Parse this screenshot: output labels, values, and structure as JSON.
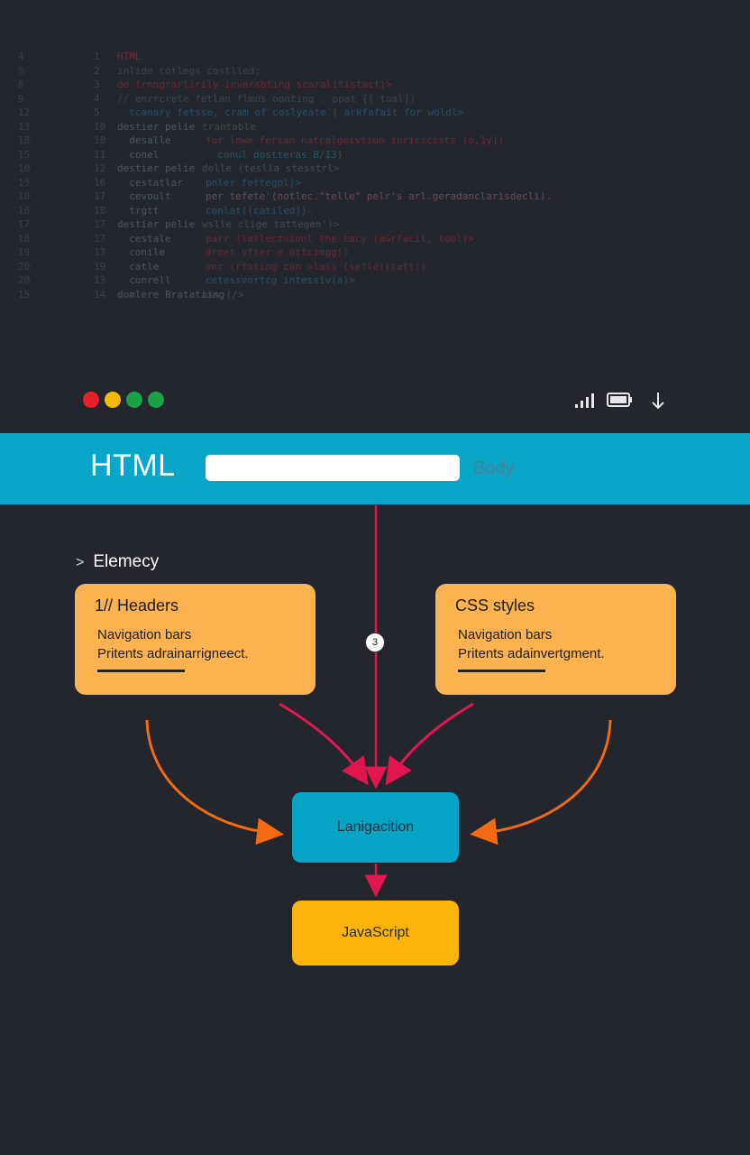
{
  "code_background": {
    "lines": [
      {
        "num": "4",
        "num2": "1",
        "kw": "",
        "text": "HTML",
        "color": "#7a2a30"
      },
      {
        "num": "5",
        "num2": "2",
        "kw": "",
        "text": "inlide cotlegs costlied;",
        "color": "#3e444c"
      },
      {
        "num": "8",
        "num2": "3",
        "kw": "",
        "text": "de trnngrarlirily inversbting scaralitistact)>",
        "color": "#6a2a33"
      },
      {
        "num": "9",
        "num2": "4",
        "kw": "",
        "text": "// enrrcrete fetlan flmns oonting . ppat {[ toal])",
        "color": "#3e444c"
      },
      {
        "num": "12",
        "num2": "5",
        "kw": "",
        "text": "  tcanary fetsse, cram of coslyeate ( arkfafait for woldl>",
        "color": "#27506a"
      },
      {
        "num": "13",
        "num2": "10",
        "kw": "destier pelie",
        "text": "trantable",
        "color": "#3e4a40"
      },
      {
        "num": "18",
        "num2": "10",
        "kw": "  desalle",
        "text": "for lowe ferian natcalgeivtion inricicists (o,1y])",
        "color": "#6a2a33"
      },
      {
        "num": "15",
        "num2": "11",
        "kw": "  conel",
        "text": "  conul dostteras B/13)",
        "color": "#2a5560"
      },
      {
        "num": "10",
        "num2": "12",
        "kw": "destier pelie",
        "text": "dolle (teslla stesstrl>",
        "color": "#444a52"
      },
      {
        "num": "15",
        "num2": "16",
        "kw": "  cestatlar",
        "text": "pnler fettegpl)>",
        "color": "#27506a"
      },
      {
        "num": "10",
        "num2": "17",
        "kw": "  cevoult",
        "text": "per tefete'(notlec.\"telle\" pelr's arl.geradanclarisdecli).",
        "color": "#6a4a55"
      },
      {
        "num": "16",
        "num2": "18",
        "kw": "  trgtt",
        "text": "conlat((catiled])-",
        "color": "#27506a"
      },
      {
        "num": "17",
        "num2": "17",
        "kw": "destier pelie",
        "text": "wslle clige tattegen')>",
        "color": "#444a52"
      },
      {
        "num": "18",
        "num2": "17",
        "kw": "  cestale",
        "text": "parr (latlectsionl the tacy (aGrfacil, tool)>",
        "color": "#6a2a33"
      },
      {
        "num": "19",
        "num2": "17",
        "kw": "  conile",
        "text": "droet vfter e ottcimgg))",
        "color": "#6a2a33"
      },
      {
        "num": "20",
        "num2": "19",
        "kw": "  catle",
        "text": "onr (rfoting con >lass (sefle((tatt))",
        "color": "#6a2a33"
      },
      {
        "num": "20",
        "num2": "13",
        "kw": "  conrell",
        "text": "cetessvortcg intessiv(a)>",
        "color": "#27506a"
      },
      {
        "num": "15",
        "num2": "14",
        "kw": "domlere Bratatiing",
        "text": "ass (/>",
        "color": "#444a52"
      }
    ]
  },
  "window": {
    "dot_colors": [
      "#e8202c",
      "#f2b80a",
      "#1aa14a",
      "#1aa14a"
    ],
    "status_icons": [
      "signal-icon",
      "battery-icon",
      "download-arrow-icon"
    ]
  },
  "header": {
    "brand": "HTML",
    "tab_label": "Body",
    "bar_color": "#09a6c9"
  },
  "diagram": {
    "section_chevron": ">",
    "section_label": "Elemecy",
    "left_card": {
      "title": "1// Headers",
      "line1": "Navigation bars",
      "line2": "Pritents adrainarrigneect."
    },
    "right_card": {
      "title": "CSS styles",
      "line1": "Navigation bars",
      "line2": "Pritents adainvertgment."
    },
    "badge": "3",
    "center_node": "Lanigacition",
    "bottom_node": "JavaScript",
    "colors": {
      "card": "#fcb24f",
      "center_node": "#08a4c8",
      "bottom_node": "#fcb30a",
      "red_arrow": "#e0174f",
      "orange_arrow": "#f26a11"
    }
  }
}
